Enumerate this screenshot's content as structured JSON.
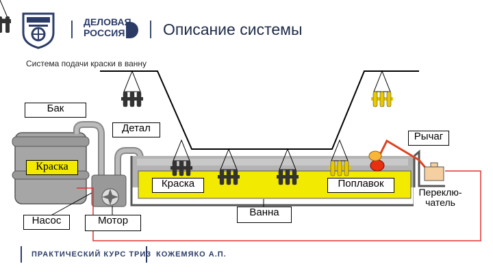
{
  "header": {
    "title": "Описание системы",
    "brand_line1": "ДЕЛОВАЯ",
    "brand_line2": "РОССИЯ"
  },
  "subtitle": "Система подачи краски в ванну",
  "labels": {
    "tank": "Бак",
    "part": "Детал",
    "lever": "Рычаг",
    "paint_tank": "Краска",
    "paint_bath": "Краска",
    "float": "Поплавок",
    "switch": "Переклю-\nчатель",
    "pump": "Насос",
    "motor": "Мотор",
    "bath": "Ванна"
  },
  "footer": {
    "left": "ПРАКТИЧЕСКИЙ КУРС ТРИЗ",
    "right": "КОЖЕМЯКО А.П."
  },
  "colors": {
    "paint": "#f2ea00",
    "tank": "#a6a6a6",
    "bath_wall": "#b3b3b3",
    "switch_box": "#f5cfa0",
    "float": "#e83010",
    "lever": "#e04020",
    "highlight_frame": "#e03030",
    "brand": "#2b3b66"
  }
}
